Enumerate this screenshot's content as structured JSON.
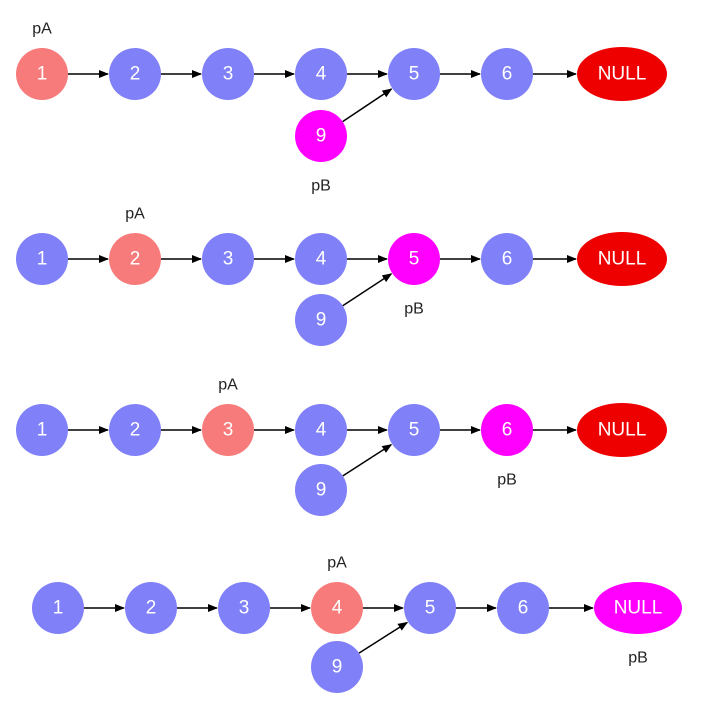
{
  "colors": {
    "default_node": "#8080f8",
    "pa_node": "#f87b7b",
    "pb_node": "#ff00ff",
    "null_node": "#ee0000",
    "arrow": "#000000",
    "node_text": "#ffffff",
    "pointer_text": "#222222"
  },
  "pointer_names": {
    "a": "pA",
    "b": "pB"
  },
  "frames": [
    {
      "main_nodes": [
        "1",
        "2",
        "3",
        "4",
        "5",
        "6"
      ],
      "null_label": "NULL",
      "branch_node": "9",
      "merge_into": "5",
      "pA_at": "1",
      "pB_at": "9",
      "pA_label": "pA",
      "pB_label": "pB"
    },
    {
      "main_nodes": [
        "1",
        "2",
        "3",
        "4",
        "5",
        "6"
      ],
      "null_label": "NULL",
      "branch_node": "9",
      "merge_into": "5",
      "pA_at": "2",
      "pB_at": "5",
      "pA_label": "pA",
      "pB_label": "pB"
    },
    {
      "main_nodes": [
        "1",
        "2",
        "3",
        "4",
        "5",
        "6"
      ],
      "null_label": "NULL",
      "branch_node": "9",
      "merge_into": "5",
      "pA_at": "3",
      "pB_at": "6",
      "pA_label": "pA",
      "pB_label": "pB"
    },
    {
      "main_nodes": [
        "1",
        "2",
        "3",
        "4",
        "5",
        "6"
      ],
      "null_label": "NULL",
      "branch_node": "9",
      "merge_into": "5",
      "pA_at": "4",
      "pB_at": "NULL",
      "pA_label": "pA",
      "pB_label": "pB"
    }
  ]
}
